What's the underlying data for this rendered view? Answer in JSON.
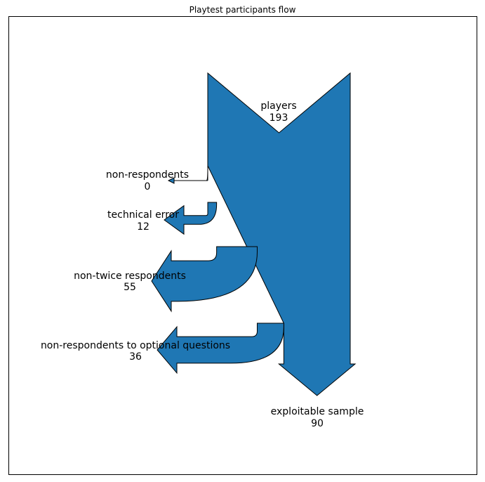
{
  "title": "Playtest participants flow",
  "colors": {
    "flow_fill": "#1f77b4",
    "stroke": "#000000",
    "background": "#ffffff"
  },
  "chart_data": {
    "type": "sankey",
    "title": "Playtest participants flow",
    "source": {
      "name": "players",
      "value": 193
    },
    "outflows": [
      {
        "name": "non-respondents",
        "value": 0
      },
      {
        "name": "technical error",
        "value": 12
      },
      {
        "name": "non-twice respondents",
        "value": 55
      },
      {
        "name": "non-respondents to optional questions",
        "value": 36
      }
    ],
    "remainder": {
      "name": "exploitable sample",
      "value": 90
    },
    "grid": false
  }
}
